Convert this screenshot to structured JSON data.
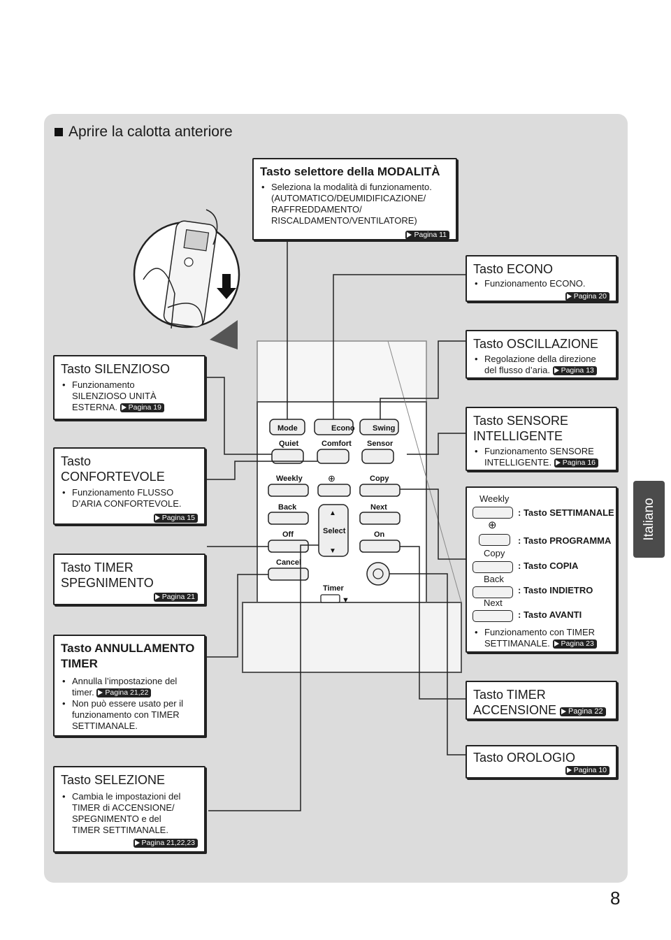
{
  "section_title": "Aprire la calotta anteriore",
  "side_tab": "Italiano",
  "page_number": "8",
  "mode_box": {
    "title": "Tasto selettore della MODALITÀ",
    "bullet": "Seleziona la modalità di funzionamento.",
    "line2": "(AUTOMATICO/DEUMIDIFICAZIONE/",
    "line3": "RAFFREDDAMENTO/",
    "line4": "RISCALDAMENTO/VENTILATORE)",
    "ref": "Pagina 11"
  },
  "econo_box": {
    "title": "Tasto ECONO",
    "bullet": "Funzionamento ECONO.",
    "ref": "Pagina 20"
  },
  "swing_box": {
    "title": "Tasto OSCILLAZIONE",
    "bullet1": "Regolazione della direzione",
    "bullet2": "del flusso d’aria.",
    "ref": "Pagina 13"
  },
  "sensor_box": {
    "title1": "Tasto SENSORE",
    "title2": "INTELLIGENTE",
    "bullet1": "Funzionamento SENSORE",
    "bullet2": "INTELLIGENTE.",
    "ref": "Pagina 16"
  },
  "weekly_box": {
    "weekly_label": "Weekly",
    "weekly_text": ": Tasto SETTIMANALE",
    "program_text": ": Tasto PROGRAMMA",
    "copy_label": "Copy",
    "copy_text": ": Tasto COPIA",
    "back_label": "Back",
    "back_text": ": Tasto INDIETRO",
    "next_label": "Next",
    "next_text": ": Tasto AVANTI",
    "bullet1": "Funzionamento con TIMER",
    "bullet2": "SETTIMANALE.",
    "ref": "Pagina 23"
  },
  "timer_on_box": {
    "title1": "Tasto TIMER",
    "title2": "ACCENSIONE",
    "ref": "Pagina 22"
  },
  "clock_box": {
    "title": "Tasto OROLOGIO",
    "ref": "Pagina 10"
  },
  "quiet_box": {
    "title": "Tasto SILENZIOSO",
    "line1": "Funzionamento",
    "line2": "SILENZIOSO UNITÀ",
    "line3": "ESTERNA.",
    "ref": "Pagina 19"
  },
  "comfort_box": {
    "title1": "Tasto",
    "title2": "CONFORTEVOLE",
    "line1": "Funzionamento FLUSSO",
    "line2": "D’ARIA CONFORTEVOLE.",
    "ref": "Pagina 15"
  },
  "timer_off_box": {
    "title1": "Tasto TIMER",
    "title2": "SPEGNIMENTO",
    "ref": "Pagina 21"
  },
  "cancel_box": {
    "title1": "Tasto ANNULLAMENTO",
    "title2": "TIMER",
    "b1_line1": "Annulla l’impostazione del",
    "b1_line2": "timer.",
    "ref": "Pagina 21,22",
    "b2_line1": "Non può essere usato per il",
    "b2_line2": "funzionamento con TIMER",
    "b2_line3": "SETTIMANALE."
  },
  "select_box": {
    "title": "Tasto SELEZIONE",
    "line1": "Cambia le impostazioni del",
    "line2": "TIMER di ACCENSIONE/",
    "line3": "SPEGNIMENTO e del",
    "line4": "TIMER SETTIMANALE.",
    "ref": "Pagina 21,22,23"
  },
  "remote": {
    "mode": "Mode",
    "econo": "Econo",
    "swing": "Swing",
    "quiet": "Quiet",
    "comfort": "Comfort",
    "sensor": "Sensor",
    "weekly": "Weekly",
    "copy": "Copy",
    "back": "Back",
    "next": "Next",
    "off": "Off",
    "select": "Select",
    "on": "On",
    "cancel": "Cancel",
    "timer": "Timer"
  }
}
